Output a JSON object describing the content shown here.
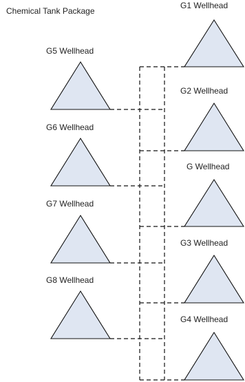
{
  "title": "Chemical Tank Package",
  "colors": {
    "triangle_fill": "#dfe6f2",
    "triangle_stroke": "#111111",
    "pipe_stroke": "#111111",
    "text": "#222222"
  },
  "wellheads_left": [
    {
      "label": "G5 Wellhead"
    },
    {
      "label": "G6 Wellhead"
    },
    {
      "label": "G7 Wellhead"
    },
    {
      "label": "G8 Wellhead"
    }
  ],
  "wellheads_right": [
    {
      "label": "G1 Wellhead"
    },
    {
      "label": "G2 Wellhead"
    },
    {
      "label": "G Wellhead"
    },
    {
      "label": "G3 Wellhead"
    },
    {
      "label": "G4 Wellhead"
    }
  ]
}
